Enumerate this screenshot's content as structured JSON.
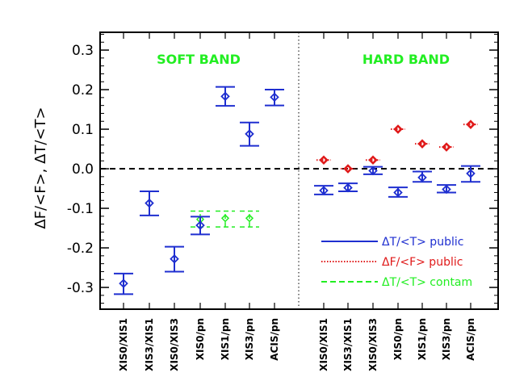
{
  "chart_data": {
    "type": "scatter",
    "ylabel": "ΔF/<F>, ΔT/<T>",
    "ylim": [
      -0.355,
      0.345
    ],
    "yticks": [
      "0.3",
      "0.2",
      "0.1",
      "0.0",
      "-0.1",
      "-0.2",
      "-0.3"
    ],
    "ytick_values": [
      0.3,
      0.2,
      0.1,
      0.0,
      -0.1,
      -0.2,
      -0.3
    ],
    "zero_line": true,
    "band_divider": true,
    "bands": [
      {
        "name": "SOFT BAND",
        "color": "#22ee22"
      },
      {
        "name": "HARD BAND",
        "color": "#22ee22"
      }
    ],
    "categories": [
      "XIS0/XIS1",
      "XIS3/XIS1",
      "XIS0/XIS3",
      "XIS0/pn",
      "XIS1/pn",
      "XIS3/pn",
      "ACIS/pn"
    ],
    "colors": {
      "public_T": "#1f2fd0",
      "public_F": "#e01a1a",
      "contam": "#22ee22"
    },
    "series": [
      {
        "name": "ΔT/<T> public",
        "linestyle": "solid",
        "color": "#1f2fd0",
        "soft": {
          "values": [
            -0.29,
            -0.087,
            -0.228,
            -0.143,
            0.183,
            0.088,
            0.181
          ],
          "err_low": [
            -0.317,
            -0.118,
            -0.26,
            -0.166,
            0.159,
            0.058,
            0.16
          ],
          "err_high": [
            -0.265,
            -0.057,
            -0.197,
            -0.121,
            0.207,
            0.117,
            0.2
          ]
        },
        "hard": {
          "values": [
            -0.055,
            -0.048,
            -0.005,
            -0.06,
            -0.022,
            -0.052,
            -0.012
          ],
          "err_low": [
            -0.065,
            -0.057,
            -0.014,
            -0.071,
            -0.033,
            -0.06,
            -0.033
          ],
          "err_high": [
            -0.043,
            -0.037,
            0.005,
            -0.047,
            -0.007,
            -0.041,
            0.007
          ]
        }
      },
      {
        "name": "ΔF/<F> public",
        "linestyle": "dotted",
        "color": "#e01a1a",
        "hard": {
          "values": [
            0.022,
            0.0,
            0.022,
            0.1,
            0.063,
            0.055,
            0.112
          ]
        }
      },
      {
        "name": "ΔT/<T> contam",
        "linestyle": "dashed",
        "color": "#22ee22",
        "soft": {
          "categories": [
            "XIS0/pn",
            "XIS1/pn",
            "XIS3/pn"
          ],
          "values": [
            -0.128,
            -0.125,
            -0.125
          ],
          "err_low": [
            -0.147,
            -0.147,
            -0.147
          ],
          "err_high": [
            -0.107,
            -0.107,
            -0.107
          ]
        }
      }
    ],
    "legend": [
      {
        "label": "ΔT/<T>  public",
        "linestyle": "solid",
        "color": "#1f2fd0"
      },
      {
        "label": "ΔF/<F>  public",
        "linestyle": "dotted",
        "color": "#e01a1a"
      },
      {
        "label": "ΔT/<T>  contam",
        "linestyle": "dashed",
        "color": "#22ee22"
      }
    ],
    "legend_position": "bottom-right"
  }
}
